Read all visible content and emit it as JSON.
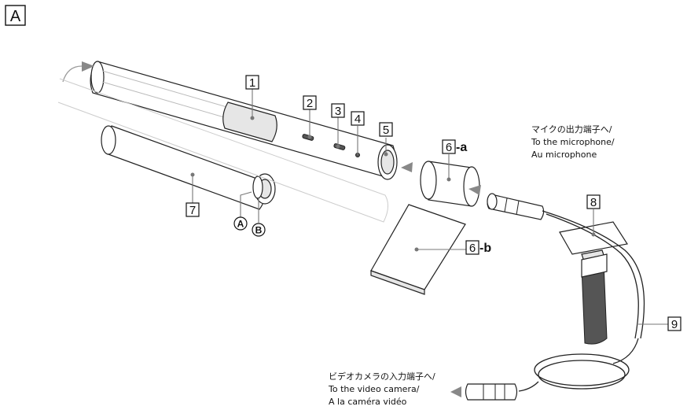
{
  "figure_label": "A",
  "callouts": {
    "c1": "1",
    "c2": "2",
    "c3": "3",
    "c4": "4",
    "c5": "5",
    "c6": "6",
    "c6a_suffix": "-a",
    "c6b_suffix": "-b",
    "c7": "7",
    "c8": "8",
    "c9": "9"
  },
  "circled": {
    "a": "A",
    "b": "B"
  },
  "notes": {
    "microphone": [
      "マイクの出力端子へ/",
      "To the microphone/",
      "Au microphone"
    ],
    "camera": [
      "ビデオカメラの入力端子へ/",
      "To the video camera/",
      "A la caméra vidéo"
    ]
  }
}
